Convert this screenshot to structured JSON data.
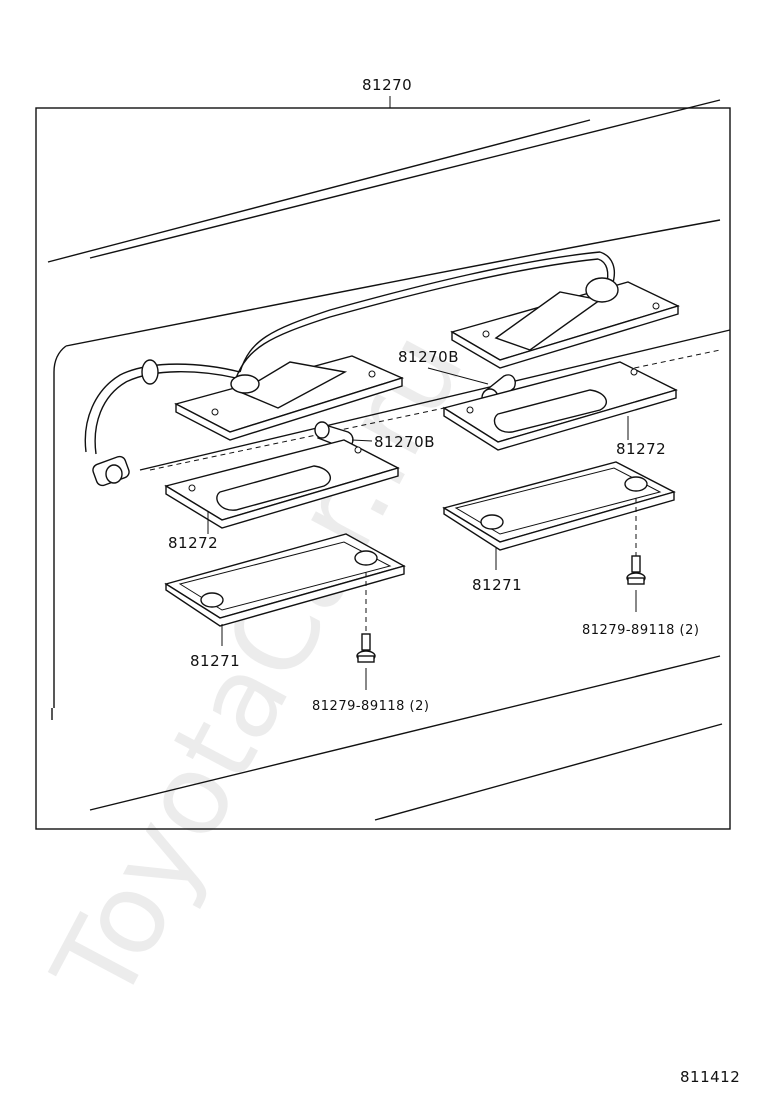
{
  "labels": {
    "assembly": "81270",
    "bulb_right": "81270B",
    "bulb_left": "81270B",
    "gasket_right": "81272",
    "gasket_left": "81272",
    "lens_right": "81271",
    "lens_left": "81271",
    "screw_right": "81279-89118 (2)",
    "screw_left": "81279-89118 (2)",
    "diagram_number": "811412"
  },
  "watermark": "ToyotaCar...ru"
}
